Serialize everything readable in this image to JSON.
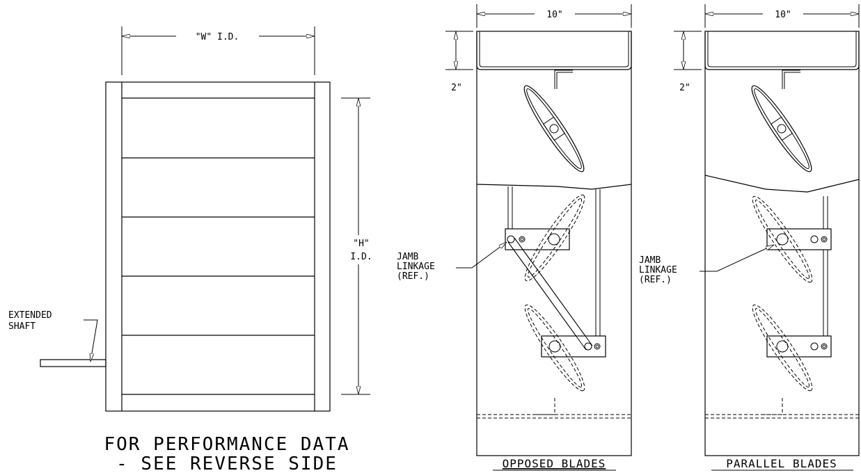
{
  "front_view": {
    "width_label": "\"W\" I.D.",
    "height_label_1": "\"H\"",
    "height_label_2": "I.D.",
    "shaft_label_1": "EXTENDED",
    "shaft_label_2": "SHAFT",
    "note_line_1": "FOR PERFORMANCE DATA",
    "note_line_2": "- SEE REVERSE SIDE"
  },
  "opposed_view": {
    "top_dim": "10\"",
    "side_dim": "2\"",
    "linkage_1": "JAMB",
    "linkage_2": "LINKAGE",
    "linkage_3": "(REF.)",
    "title": "OPPOSED BLADES"
  },
  "parallel_view": {
    "top_dim": "10\"",
    "side_dim": "2\"",
    "linkage_1": "JAMB",
    "linkage_2": "LINKAGE",
    "linkage_3": "(REF.)",
    "title": "PARALLEL BLADES"
  }
}
